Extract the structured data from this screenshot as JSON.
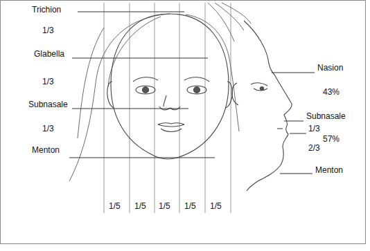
{
  "diagram": {
    "labels": [
      "Trichion",
      "1/3",
      "Glabella",
      "1/3",
      "Subnasale",
      "1/3",
      "Menton",
      "1/5",
      "1/5",
      "1/5",
      "1/5",
      "1/5",
      "Nasion",
      "43%",
      "Subnasale",
      "1/3",
      "57%",
      "2/3",
      "Menton"
    ]
  }
}
